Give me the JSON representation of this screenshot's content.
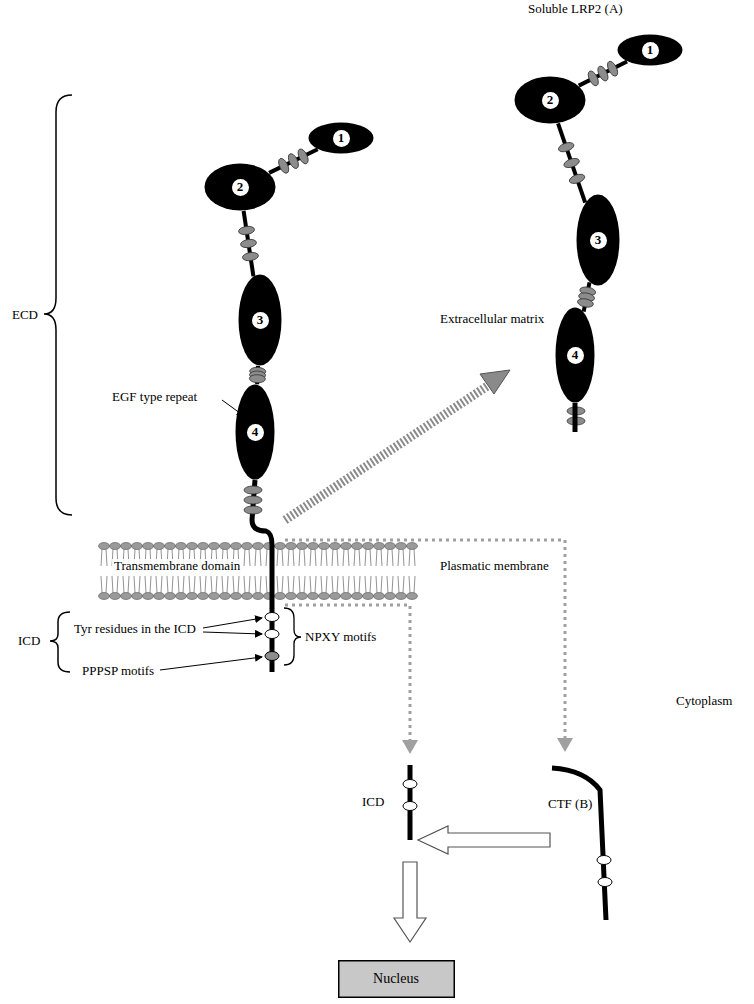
{
  "diagram": {
    "nodes": [
      {
        "text": [
          "1"
        ]
      },
      {
        "text": [
          "2"
        ]
      },
      {
        "text": [
          "3"
        ]
      },
      {
        "text": [
          "4"
        ]
      },
      {
        "text": [
          "1"
        ]
      },
      {
        "text": [
          "2"
        ]
      },
      {
        "text": [
          "3"
        ]
      },
      {
        "text": [
          "4"
        ]
      },
      {
        "text": [
          "Nucleus"
        ]
      }
    ],
    "edges": [
      {
        "from": 0,
        "to": 1,
        "arrow": "none"
      },
      {
        "from": 1,
        "to": 2,
        "arrow": "none"
      },
      {
        "from": 2,
        "to": 3,
        "arrow": "none"
      },
      {
        "from": 4,
        "to": 5,
        "arrow": "none"
      },
      {
        "from": 5,
        "to": 6,
        "arrow": "none"
      },
      {
        "from": 6,
        "to": 7,
        "arrow": "none"
      }
    ],
    "labels": [
      "Soluble LRP2 (A)",
      "ECD",
      "EGF type repeat",
      "Extracellular matrix",
      "Transmembrane domain",
      "Plasmatic membrane",
      "ICD",
      "Tyr residues in the ICD",
      "NPXY motifs",
      "PPPSP motifs",
      "Cytoplasm",
      "ICD",
      "CTF (B)"
    ]
  }
}
